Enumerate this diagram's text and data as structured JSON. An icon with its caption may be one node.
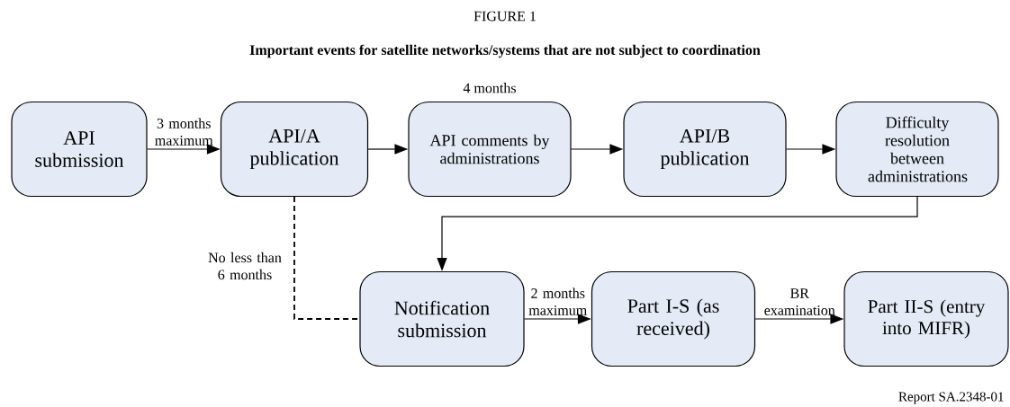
{
  "diagram": {
    "title": "Important events for satellite networks/systems that are not subject to coordination",
    "nodes": [
      {
        "text": [
          "API submission"
        ]
      },
      {
        "text": [
          "API/A publication"
        ]
      },
      {
        "text": [
          "API comments by administrations"
        ],
        "beside": [
          "4 months"
        ]
      },
      {
        "text": [
          "API/B publication"
        ]
      },
      {
        "text": [
          "Difficulty resolution between administrations"
        ]
      },
      {
        "text": [
          "Notification submission"
        ]
      },
      {
        "text": [
          "Part I-S (as received)"
        ]
      },
      {
        "text": [
          "Part II-S (entry into MIFR)"
        ]
      }
    ],
    "edges": [
      {
        "from": 0,
        "to": 1,
        "arrow": "to",
        "label": "3 months maximum"
      },
      {
        "from": 1,
        "to": 2,
        "arrow": "to"
      },
      {
        "from": 2,
        "to": 3,
        "arrow": "to"
      },
      {
        "from": 3,
        "to": 4,
        "arrow": "to"
      },
      {
        "from": 4,
        "to": 5,
        "arrow": "to"
      },
      {
        "from": 1,
        "to": 5,
        "arrow": "none",
        "style": "dashed",
        "label": "No less than 6 months"
      },
      {
        "from": 5,
        "to": 6,
        "arrow": "to",
        "label": "2 months maximum"
      },
      {
        "from": 6,
        "to": 7,
        "arrow": "to",
        "label": "BR examination"
      }
    ],
    "labels": [
      "FIGURE 1",
      "Report SA.2348-01"
    ]
  }
}
